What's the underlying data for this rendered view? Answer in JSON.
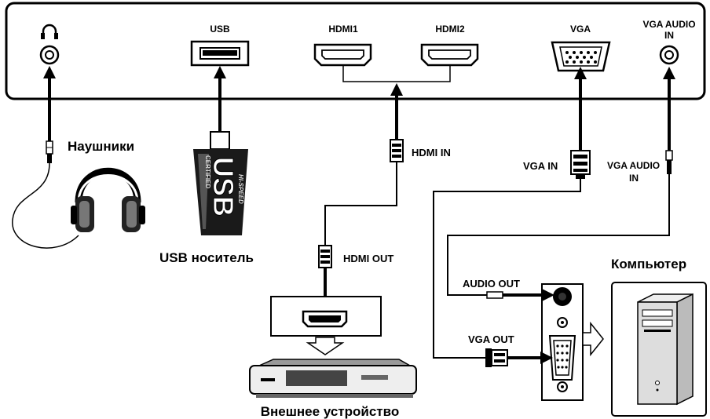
{
  "ports": {
    "usb": "USB",
    "hdmi1": "HDMI1",
    "hdmi2": "HDMI2",
    "vga": "VGA",
    "vga_audio_in_line1": "VGA AUDIO",
    "vga_audio_in_line2": "IN"
  },
  "labels": {
    "headphones": "Наушники",
    "usb_storage": "USB носитель",
    "hdmi_in": "HDMI IN",
    "hdmi_out": "HDMI OUT",
    "external_device": "Внешнее устройство",
    "vga_in": "VGA IN",
    "vga_audio_in_line1": "VGA AUDIO",
    "vga_audio_in_line2": "IN",
    "computer": "Компьютер",
    "audio_out": "AUDIO OUT",
    "vga_out": "VGA OUT"
  },
  "usb_logo": {
    "top": "CERTIFIED",
    "big": "USB",
    "side": "HI-SPEED"
  }
}
